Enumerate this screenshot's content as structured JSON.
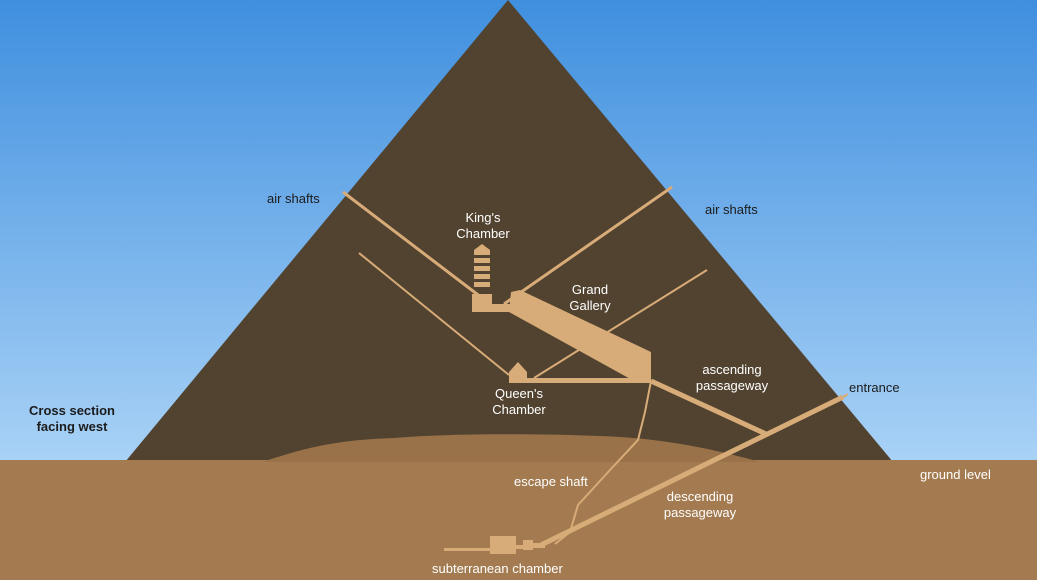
{
  "labels": {
    "air_shafts_left": "air shafts",
    "air_shafts_right": "air shafts",
    "kings_chamber": [
      "King's",
      "Chamber"
    ],
    "grand_gallery": [
      "Grand",
      "Gallery"
    ],
    "ascending_passageway": [
      "ascending",
      "passageway"
    ],
    "entrance": "entrance",
    "queens_chamber": [
      "Queen's",
      "Chamber"
    ],
    "cross_section": [
      "Cross section",
      "facing west"
    ],
    "ground_level": "ground level",
    "escape_shaft": "escape shaft",
    "descending_passageway": [
      "descending",
      "passageway"
    ],
    "subterranean_chamber": "subterranean chamber"
  },
  "colors": {
    "sky_top": "#3f8fdf",
    "sky_bottom": "#a9d2f6",
    "pyramid": "#524330",
    "ground": "#a47b50",
    "bedrock": "#9a7249",
    "passage": "#d8ac78"
  }
}
